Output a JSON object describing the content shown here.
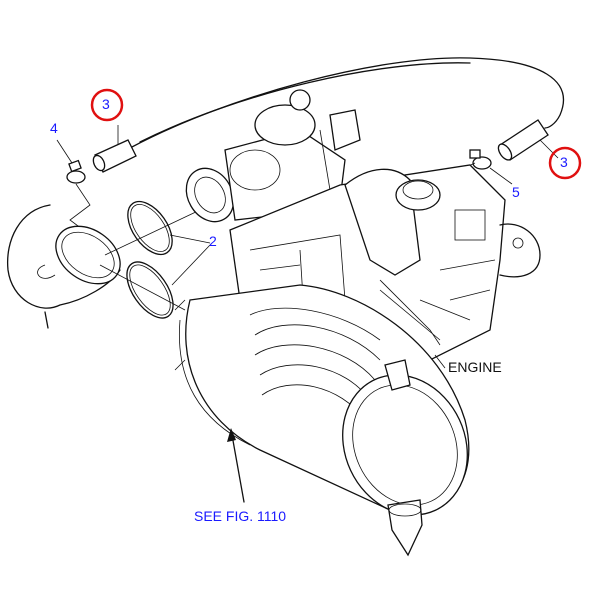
{
  "diagram": {
    "callouts": [
      {
        "id": "hose-left",
        "label": "3",
        "highlighted": true
      },
      {
        "id": "clamp-left",
        "label": "4",
        "highlighted": false
      },
      {
        "id": "clamps-pair",
        "label": "2",
        "highlighted": false
      },
      {
        "id": "clamp-right",
        "label": "5",
        "highlighted": false
      },
      {
        "id": "hose-right",
        "label": "3",
        "highlighted": true
      }
    ],
    "engine_label": "ENGINE",
    "reference_label": "SEE FIG. 1110",
    "colors": {
      "callout_text": "#1a1aff",
      "highlight_ring": "#e01010",
      "lines": "#111111"
    }
  }
}
